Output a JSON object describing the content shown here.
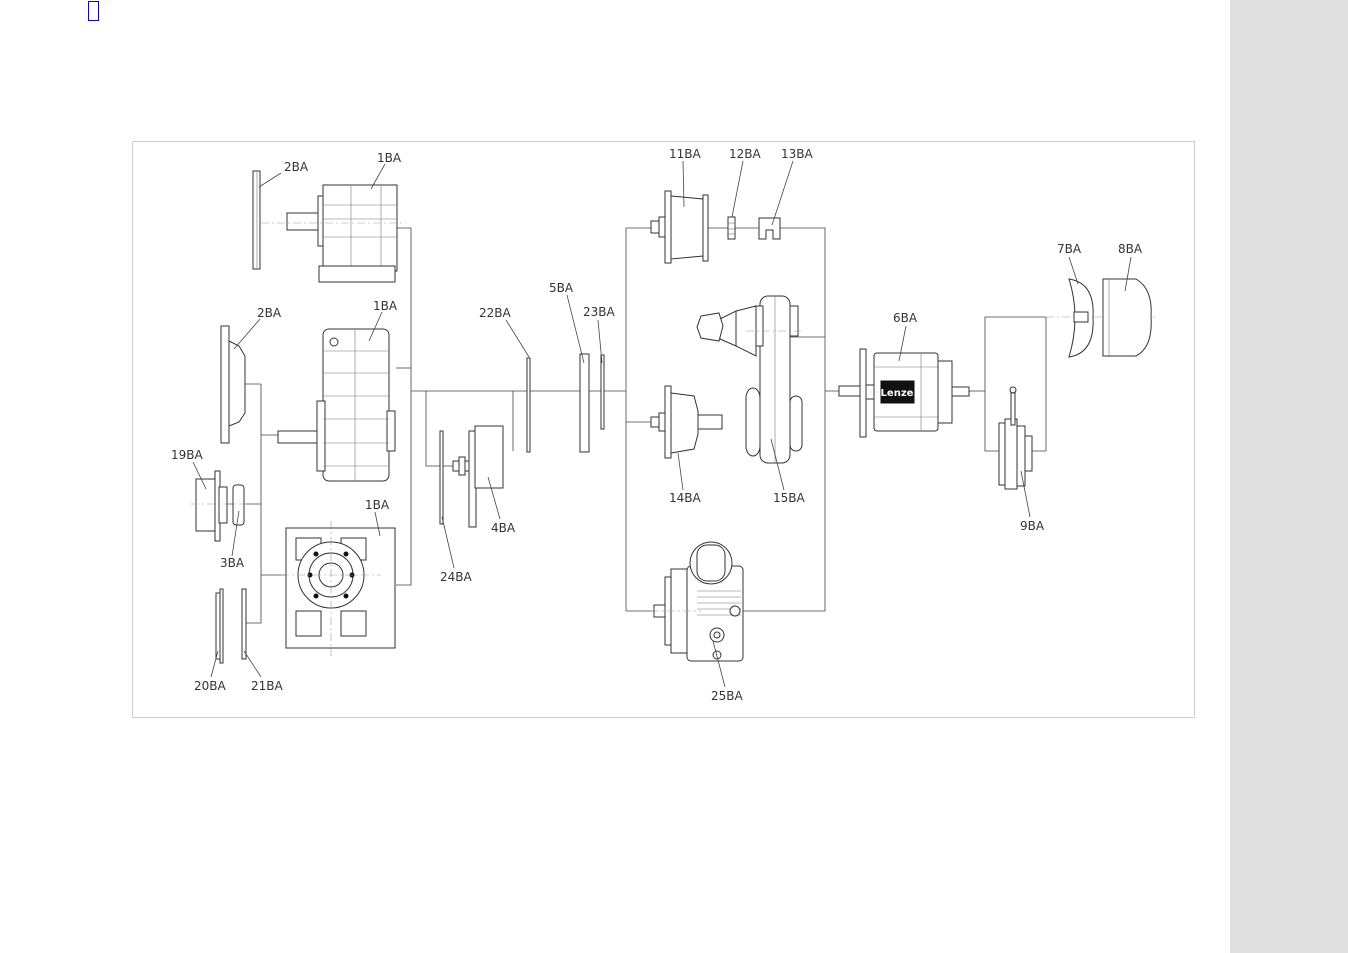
{
  "nav": {
    "bookmark_icon": "bookmark-icon"
  },
  "figure": {
    "brand": "Lenze",
    "labels": {
      "l_2ba_top": "2BA",
      "l_1ba_top": "1BA",
      "l_2ba_mid": "2BA",
      "l_1ba_mid": "1BA",
      "l_19ba": "19BA",
      "l_3ba": "3BA",
      "l_1ba_bot": "1BA",
      "l_20ba": "20BA",
      "l_21ba": "21BA",
      "l_22ba": "22BA",
      "l_24ba": "24BA",
      "l_4ba": "4BA",
      "l_5ba": "5BA",
      "l_23ba": "23BA",
      "l_11ba": "11BA",
      "l_12ba": "12BA",
      "l_13ba": "13BA",
      "l_14ba": "14BA",
      "l_15ba": "15BA",
      "l_25ba": "25BA",
      "l_6ba": "6BA",
      "l_7ba": "7BA",
      "l_8ba": "8BA",
      "l_9ba": "9BA"
    }
  }
}
